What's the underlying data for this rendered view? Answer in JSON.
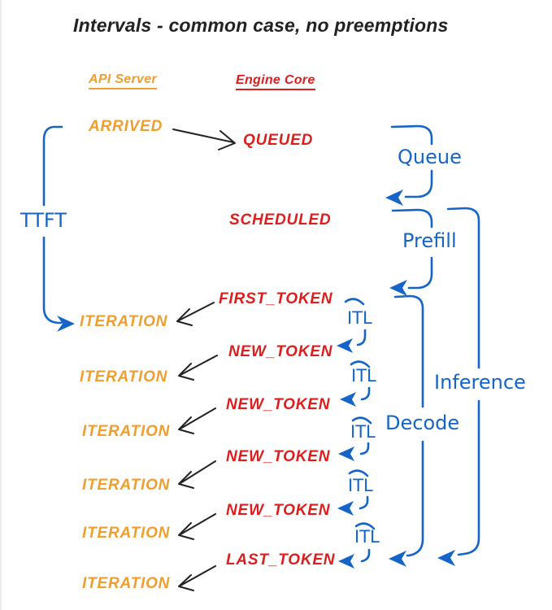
{
  "title": "Intervals - common case, no preemptions",
  "columns": {
    "api_server": {
      "header": "API Server"
    },
    "engine_core": {
      "header": "Engine Core"
    }
  },
  "api_column": {
    "events": [
      "ARRIVED",
      "ITERATION",
      "ITERATION",
      "ITERATION",
      "ITERATION",
      "ITERATION",
      "ITERATION"
    ]
  },
  "engine_column": {
    "events": [
      "QUEUED",
      "SCHEDULED",
      "FIRST_TOKEN",
      "NEW_TOKEN",
      "NEW_TOKEN",
      "NEW_TOKEN",
      "NEW_TOKEN",
      "LAST_TOKEN"
    ]
  },
  "intervals": {
    "ttft": "TTFT",
    "queue": "Queue",
    "prefill": "Prefill",
    "decode": "Decode",
    "inference": "Inference",
    "itl": [
      "ITL",
      "ITL",
      "ITL",
      "ITL",
      "ITL"
    ]
  },
  "colors": {
    "api_accent": "#F09E2E",
    "engine_accent": "#DE1D1D",
    "interval_accent": "#1565C8",
    "ink": "#222222",
    "background": "#FFFFFF"
  }
}
